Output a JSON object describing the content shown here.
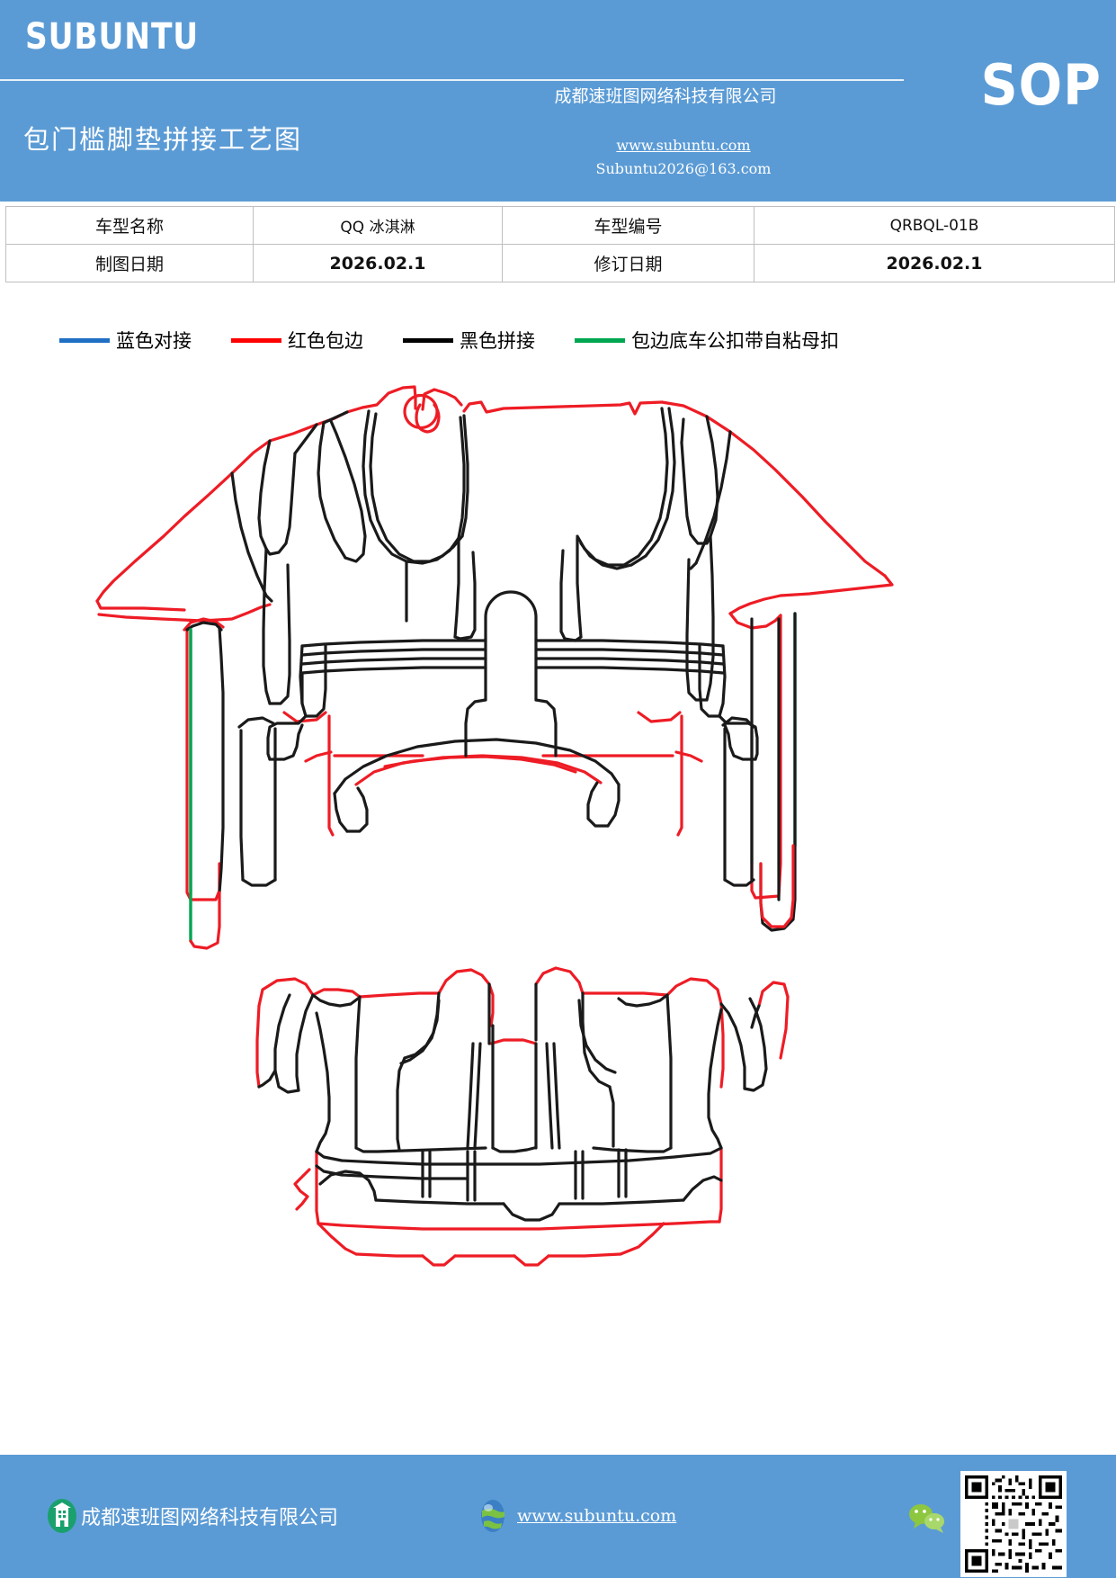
{
  "header": {
    "brand": "SUBUNTU",
    "doc_title": "包门槛脚垫拼接工艺图",
    "sop_mark": "SOP",
    "company": "成都速班图网络科技有限公司",
    "website": "www.subuntu.com",
    "email": "Subuntu2026@163.com",
    "bg_color": "#5b9bd5"
  },
  "info_table": {
    "rows": [
      {
        "label_1": "车型名称",
        "value_1": "QQ 冰淇淋",
        "label_2": "车型编号",
        "value_2": "QRBQL-01B"
      },
      {
        "label_1": "制图日期",
        "value_1": "2026.02.1",
        "label_2": "修订日期",
        "value_2": "2026.02.1"
      }
    ]
  },
  "legend": {
    "items": [
      {
        "label": "蓝色对接",
        "color": "#1f6fc4",
        "icon": "line-swatch-blue"
      },
      {
        "label": "红色包边",
        "color": "#ff0000",
        "icon": "line-swatch-red"
      },
      {
        "label": "黑色拼接",
        "color": "#000000",
        "icon": "line-swatch-black"
      },
      {
        "label": "包边底车公扣带自粘母扣",
        "color": "#00a651",
        "icon": "line-swatch-green"
      }
    ]
  },
  "drawing": {
    "name": "floor-mat-splice-technical-drawing",
    "stroke_black": "#1a1a1a",
    "stroke_red": "#ee1c25",
    "stroke_green": "#00a651",
    "stroke_width": 3
  },
  "footer": {
    "company": "成都速班图网络科技有限公司",
    "website": "www.subuntu.com",
    "bg_color": "#5b9bd5",
    "building_icon": "building-icon",
    "globe_icon": "globe-icon",
    "wechat_icon": "wechat-icon",
    "qr_icon": "qr-code"
  }
}
